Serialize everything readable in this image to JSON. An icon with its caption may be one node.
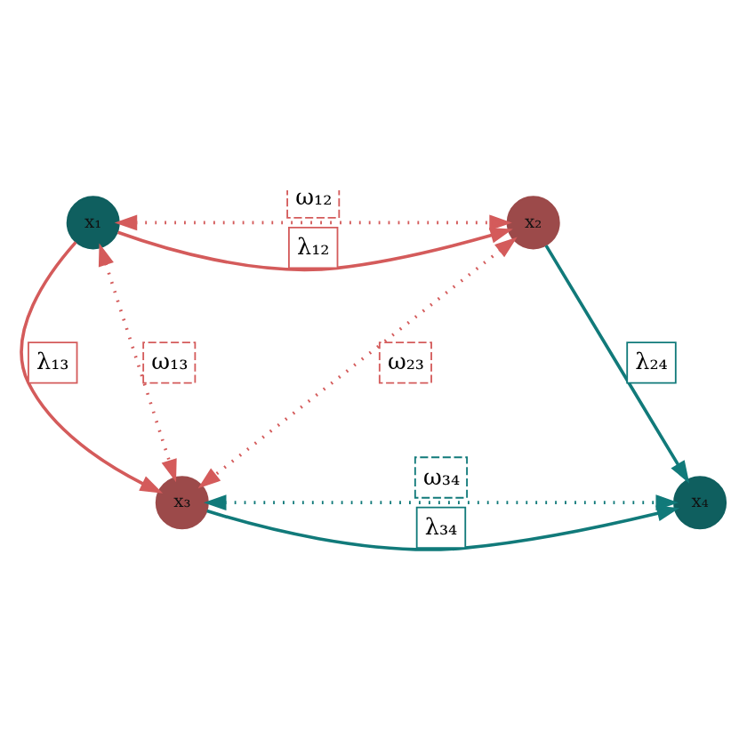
{
  "diagram": {
    "nodes": [
      {
        "text": [
          "x₁"
        ]
      },
      {
        "text": [
          "x₂"
        ]
      },
      {
        "text": [
          "x₃"
        ]
      },
      {
        "text": [
          "x₄"
        ]
      }
    ],
    "edges": [
      {
        "from": 0,
        "to": 1,
        "arrow": "to",
        "label": "λ₁₂"
      },
      {
        "from": 0,
        "to": 2,
        "arrow": "to",
        "label": "λ₁₃"
      },
      {
        "from": 1,
        "to": 3,
        "arrow": "to",
        "label": "λ₂₄",
        "color": "#117a7a"
      },
      {
        "from": 2,
        "to": 3,
        "arrow": "to",
        "label": "λ₃₄",
        "color": "#117a7a"
      },
      {
        "from": 0,
        "to": 1,
        "arrow": "both",
        "label": "ω₁₂",
        "style": "dashed"
      },
      {
        "from": 0,
        "to": 2,
        "arrow": "both",
        "label": "ω₁₃",
        "style": "dashed"
      },
      {
        "from": 1,
        "to": 2,
        "arrow": "both",
        "label": "ω₂₃",
        "style": "dashed"
      },
      {
        "from": 2,
        "to": 3,
        "arrow": "both",
        "label": "ω₃₄",
        "style": "dashed",
        "color": "#117a7a"
      }
    ]
  }
}
